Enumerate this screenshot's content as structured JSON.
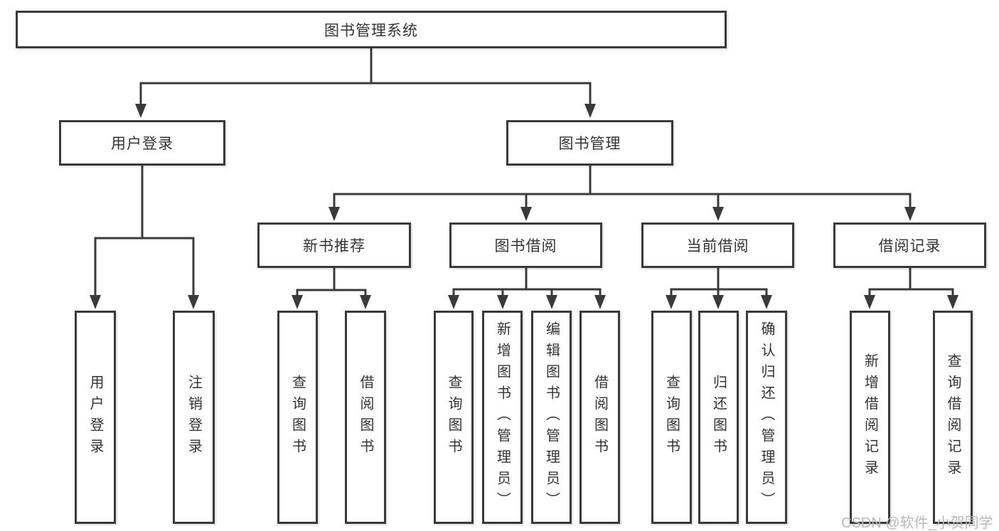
{
  "diagram": {
    "type": "tree",
    "colors": {
      "line": "#3a3a3a",
      "text": "#333333",
      "watermark": "#b9b9b9",
      "background": "#ffffff"
    },
    "tree": {
      "root": {
        "label": "图书管理系统"
      },
      "branches": [
        {
          "label": "用户登录",
          "children": [
            {
              "label": "用户登录"
            },
            {
              "label": "注销登录"
            }
          ]
        },
        {
          "label": "图书管理",
          "children": [
            {
              "label": "新书推荐",
              "children": [
                {
                  "label": "查询图书"
                },
                {
                  "label": "借阅图书"
                }
              ]
            },
            {
              "label": "图书借阅",
              "children": [
                {
                  "label": "查询图书"
                },
                {
                  "label": "新增图书（管理员）"
                },
                {
                  "label": "编辑图书（管理员）"
                },
                {
                  "label": "借阅图书"
                }
              ]
            },
            {
              "label": "当前借阅",
              "children": [
                {
                  "label": "查询图书"
                },
                {
                  "label": "归还图书"
                },
                {
                  "label": "确认归还（管理员）"
                }
              ]
            },
            {
              "label": "借阅记录",
              "children": [
                {
                  "label": "新增借阅记录"
                },
                {
                  "label": "查询借阅记录"
                }
              ]
            }
          ]
        }
      ]
    }
  },
  "watermark": {
    "text": "CSDN @软件_小贺同学"
  }
}
